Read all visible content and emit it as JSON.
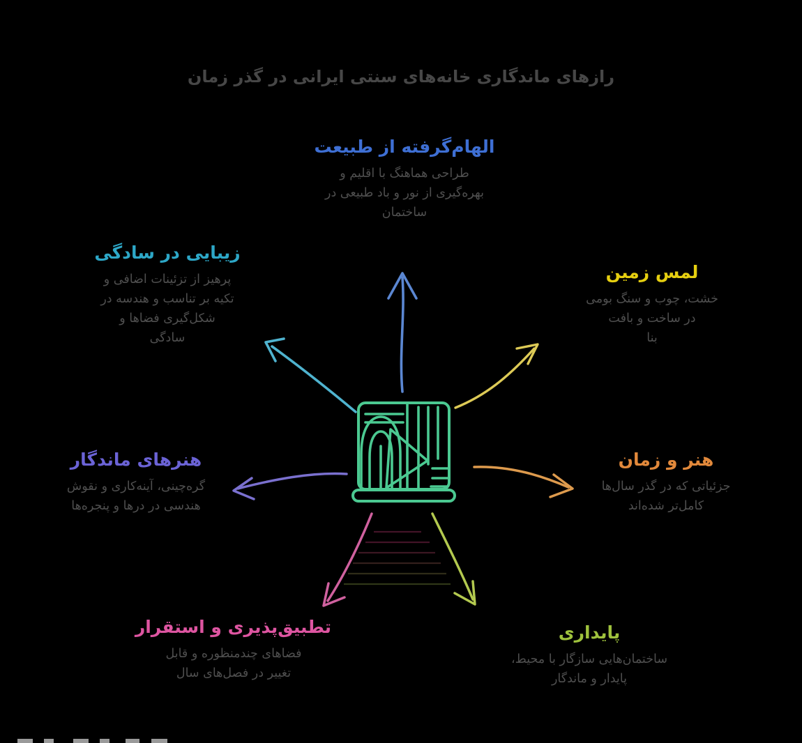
{
  "page": {
    "background": "#000000"
  },
  "title": {
    "text": "رازهای ماندگاری خانه‌های سنتی ایرانی در گذر زمان",
    "color": "#474747"
  },
  "center_icon": {
    "name": "traditional-house-icon",
    "color": "#4bc991"
  },
  "text_color": "#4f4f4f",
  "sections": [
    {
      "id": "inspired-by-nature",
      "heading": "الهام‌گرفته از طبیعت",
      "heading_color": "#3e6fd4",
      "arrow_color": "#5b87d2",
      "lines": [
        "طراحی هماهنگ با اقلیم و",
        "بهره‌گیری از نور و باد طبیعی در",
        "ساختمان"
      ]
    },
    {
      "id": "touch-of-earth",
      "heading": "لمس زمین",
      "heading_color": "#e6cf10",
      "arrow_color": "#ddca56",
      "lines": [
        "خشت، چوب و سنگ بومی",
        "در ساخت و بافت",
        "بنا"
      ]
    },
    {
      "id": "art-and-time",
      "heading": "هنر و زمان",
      "heading_color": "#e2893b",
      "arrow_color": "#dd9a4d",
      "lines": [
        "جزئیاتی که در گذر سال‌ها",
        "کامل‌تر شده‌اند"
      ]
    },
    {
      "id": "sustainability",
      "heading": "پایداری",
      "heading_color": "#9fc23d",
      "arrow_color": "#b3c94f",
      "lines": [
        "ساختمان‌هایی سازگار با محیط،",
        "پایدار و ماندگار"
      ]
    },
    {
      "id": "adaptability",
      "heading": "تطبیق‌پذیری و استقرار",
      "heading_color": "#de55a1",
      "arrow_color": "#d0619f",
      "lines": [
        "فضاهای چندمنظوره و قابل",
        "تغییر در فصل‌های سال"
      ]
    },
    {
      "id": "enduring-arts",
      "heading": "هنرهای ماندگار",
      "heading_color": "#6b63d6",
      "arrow_color": "#7a70cf",
      "lines": [
        "گره‌چینی، آینه‌کاری و نقوش",
        "هندسی در درها و پنجره‌ها"
      ]
    },
    {
      "id": "beauty-in-simplicity",
      "heading": "زیبایی در سادگی",
      "heading_color": "#2da7c7",
      "arrow_color": "#4fb3cf",
      "lines": [
        "پرهیز از تزئینات اضافی و",
        "تکیه بر تناسب و هندسه در",
        "شکل‌گیری فضاها و",
        "سادگی"
      ]
    }
  ],
  "hatch": {
    "colors": [
      "#7a2448",
      "#7a2448",
      "#6d2b3f",
      "#5d3a33",
      "#56512c",
      "#57652a"
    ]
  },
  "watermark": {
    "color": "#9a9a9a"
  }
}
